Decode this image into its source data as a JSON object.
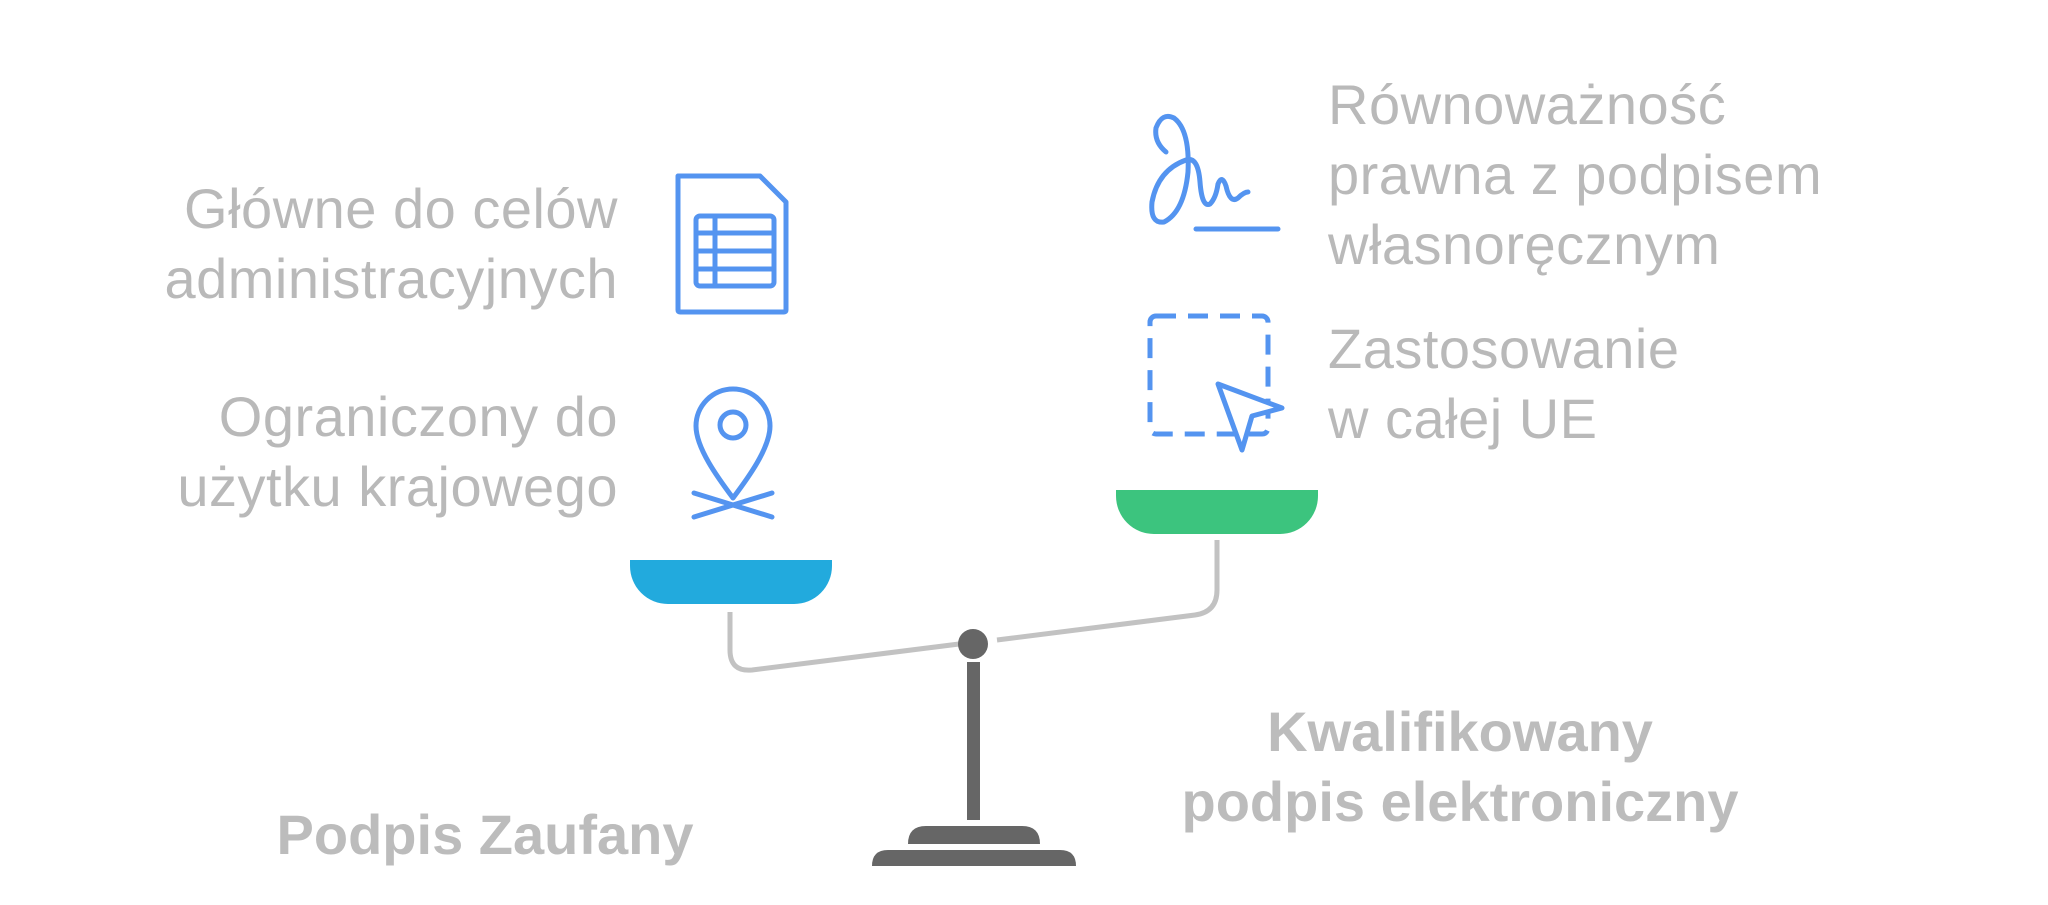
{
  "left_side": {
    "title": "Podpis Zaufany",
    "features": [
      {
        "text": "Główne do celów\nadministracyjnych",
        "icon": "document-grid-icon"
      },
      {
        "text": "Ograniczony do\nużytku krajowego",
        "icon": "location-cross-icon"
      }
    ],
    "pan_color": "#22aadd"
  },
  "right_side": {
    "title": "Kwalifikowany\npodpis elektroniczny",
    "features": [
      {
        "text": "Równoważność\nprawna z podpisem\nwłasnoręcznym",
        "icon": "signature-icon"
      },
      {
        "text": "Zastosowanie\nw całej UE",
        "icon": "cursor-selection-icon"
      }
    ],
    "pan_color": "#3cc47e"
  },
  "colors": {
    "text": "#b9b9b9",
    "icon_stroke": "#5494f0",
    "beam": "#c2c2c2",
    "stand": "#666666"
  }
}
